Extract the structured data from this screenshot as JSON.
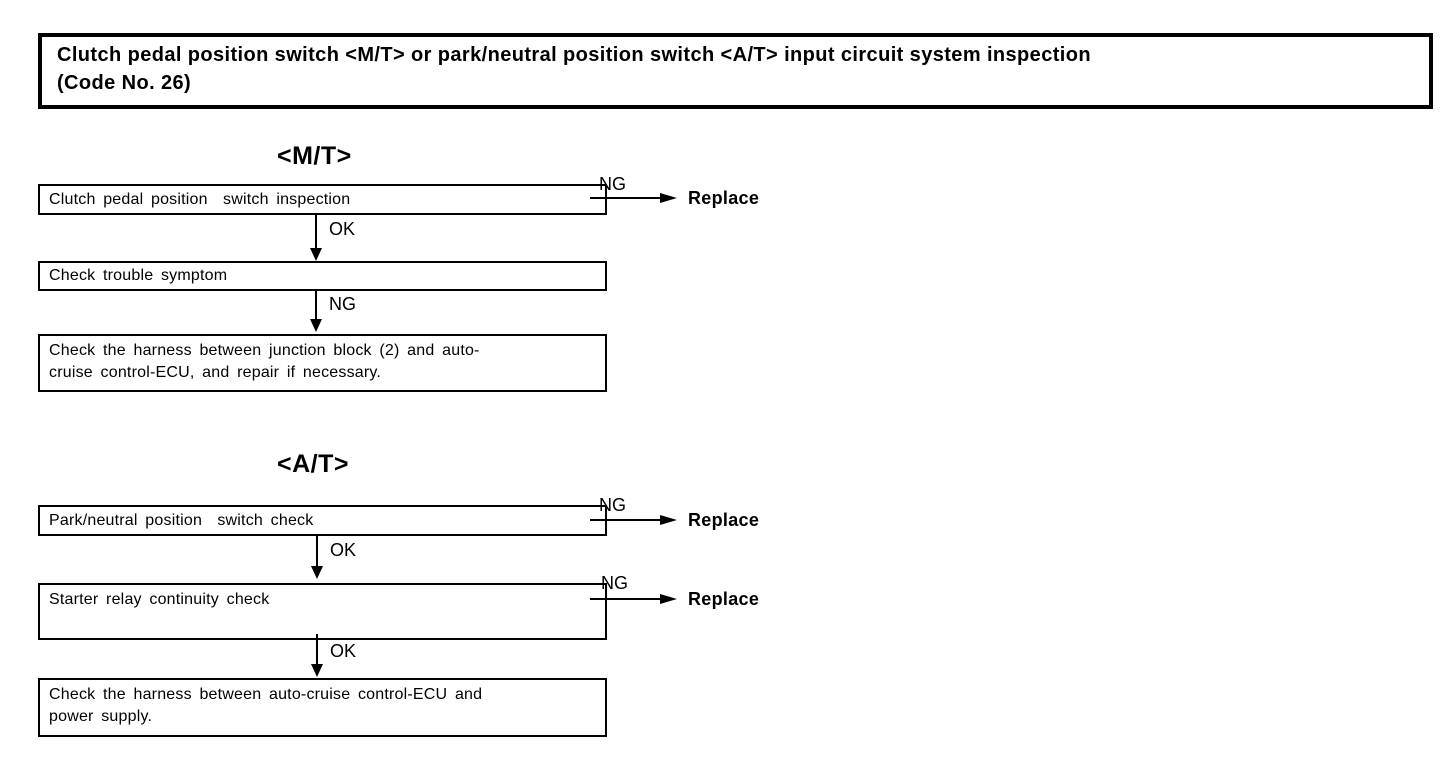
{
  "colors": {
    "ink": "#000000",
    "paper": "#ffffff"
  },
  "title": {
    "line1": "Clutch pedal position switch <M/T> or park/neutral position switch <A/T> input circuit system inspection",
    "line2": "(Code No. 26)"
  },
  "sections": [
    {
      "heading": "<M/T>",
      "nodes": [
        {
          "text": "Clutch pedal position  switch inspection"
        },
        {
          "text": "Check trouble symptom"
        },
        {
          "lines": [
            "Check the harness between junction block (2) and auto-",
            "cruise control-ECU, and repair if necessary."
          ]
        }
      ],
      "edges": [
        {
          "label": "NG",
          "target": "Replace"
        },
        {
          "label": "OK"
        },
        {
          "label": "NG"
        }
      ]
    },
    {
      "heading": "<A/T>",
      "nodes": [
        {
          "text": "Park/neutral position  switch check"
        },
        {
          "text": "Starter relay continuity check"
        },
        {
          "lines": [
            "Check the harness between auto-cruise control-ECU and",
            "power supply."
          ]
        }
      ],
      "edges": [
        {
          "label": "NG",
          "target": "Replace"
        },
        {
          "label": "OK"
        },
        {
          "label": "NG",
          "target": "Replace"
        },
        {
          "label": "OK"
        }
      ]
    }
  ]
}
